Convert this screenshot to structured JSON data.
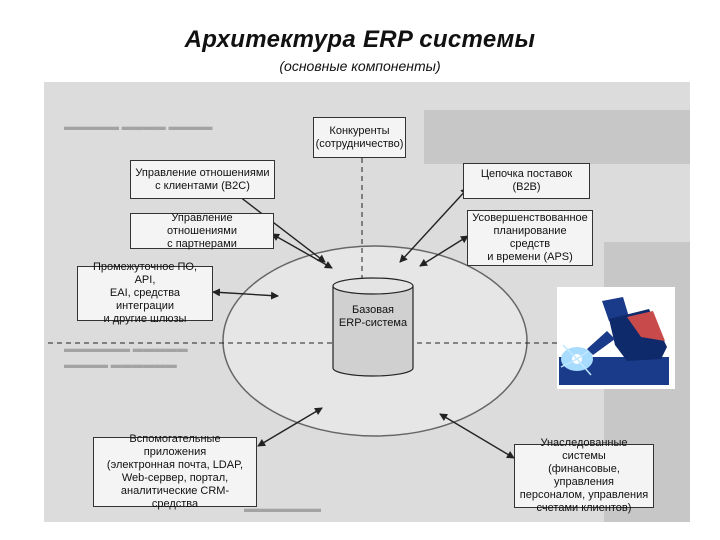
{
  "slide": {
    "title": "Архитектура ERP системы",
    "subtitle": "(основные компоненты)"
  },
  "diagram": {
    "core": "Базовая\nERP-система",
    "nodes": {
      "competitors": "Конкуренты\n(сотрудничество)",
      "crm_b2c": "Управление отношениями\nс клиентами (B2C)",
      "supply_chain": "Цепочка поставок\n(B2B)",
      "partners": "Управление отношениями\nс партнерами",
      "aps": "Усовершенствованное\nпланирование средств\nи времени (APS)",
      "middleware": "Промежуточное ПО, API,\nEAI, средства интеграции\nи другие шлюзы",
      "auxiliary": "Вспомогательные приложения\n(электронная почта, LDAP,\nWeb-сервер, портал,\nаналитические CRM-средства",
      "legacy": "Унаследованные системы\n(финансовые, управления\nперсоналом, управления\nсчетами клиентов)"
    }
  },
  "colors": {
    "box_fill": "#f4f4f4",
    "scan_background": "#dcdcdc",
    "arrow": "#222222"
  },
  "icons": {
    "clipart": "welder-icon"
  }
}
